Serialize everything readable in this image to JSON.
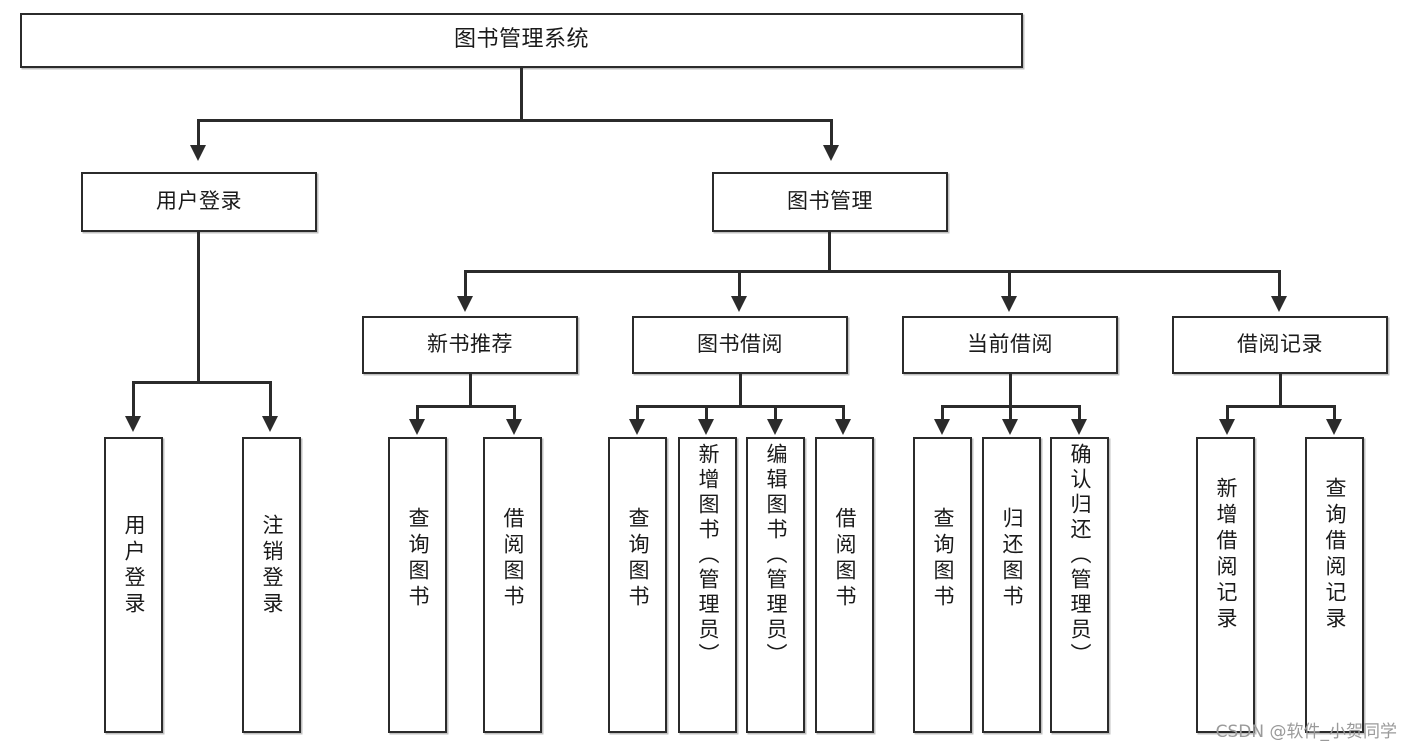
{
  "diagram": {
    "type": "tree-hierarchy",
    "title": "图书管理系统",
    "root": {
      "label": "图书管理系统"
    },
    "level1": [
      {
        "label": "用户登录"
      },
      {
        "label": "图书管理"
      }
    ],
    "level2": [
      {
        "label": "新书推荐"
      },
      {
        "label": "图书借阅"
      },
      {
        "label": "当前借阅"
      },
      {
        "label": "借阅记录"
      }
    ],
    "leaves": {
      "user_login": [
        {
          "label": "用户登录"
        },
        {
          "label": "注销登录"
        }
      ],
      "new_book_recommend": [
        {
          "label": "查询图书"
        },
        {
          "label": "借阅图书"
        }
      ],
      "book_borrow": [
        {
          "label": "查询图书"
        },
        {
          "label": "新增图书（管理员）"
        },
        {
          "label": "编辑图书（管理员）"
        },
        {
          "label": "借阅图书"
        }
      ],
      "current_borrow": [
        {
          "label": "查询图书"
        },
        {
          "label": "归还图书"
        },
        {
          "label": "确认归还（管理员）"
        }
      ],
      "borrow_record": [
        {
          "label": "新增借阅记录"
        },
        {
          "label": "查询借阅记录"
        }
      ]
    },
    "colors": {
      "stroke": "#2b2b2b",
      "fill": "#ffffff",
      "text": "#1a1a1a",
      "watermark": "#9a9a9a"
    }
  },
  "watermark": {
    "text": "CSDN @软件_小贺同学"
  }
}
